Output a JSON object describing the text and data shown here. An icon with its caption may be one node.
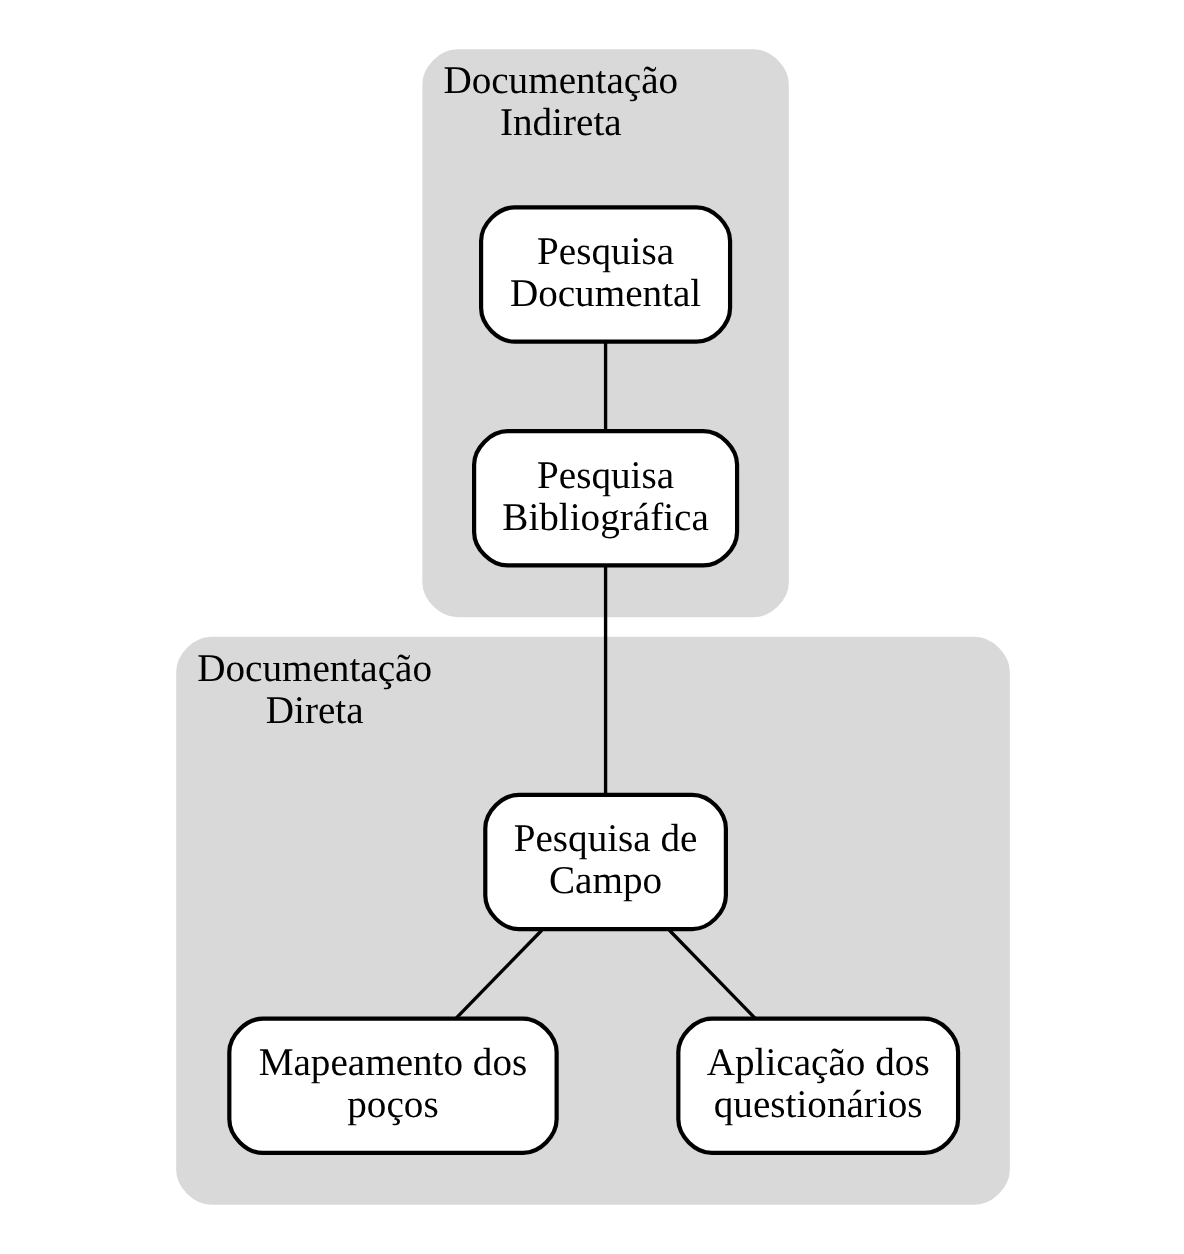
{
  "diagram": {
    "nodes": [
      {
        "text": [
          "Documentação Indireta"
        ]
      },
      {
        "text": [
          "Pesquisa Documental"
        ],
        "in": 0
      },
      {
        "text": [
          "Pesquisa Bibliográfica"
        ],
        "in": 0
      },
      {
        "text": [
          "Documentação Direta"
        ]
      },
      {
        "text": [
          "Pesquisa de Campo"
        ],
        "in": 3
      },
      {
        "text": [
          "Mapeamento dos poços"
        ],
        "in": 3
      },
      {
        "text": [
          "Aplicação dos questionários"
        ],
        "in": 3
      }
    ],
    "edges": [
      {
        "from": 1,
        "to": 2,
        "arrow": "none"
      },
      {
        "from": 2,
        "to": 4,
        "arrow": "none"
      },
      {
        "from": 4,
        "to": 5,
        "arrow": "none"
      },
      {
        "from": 4,
        "to": 6,
        "arrow": "none"
      }
    ]
  }
}
